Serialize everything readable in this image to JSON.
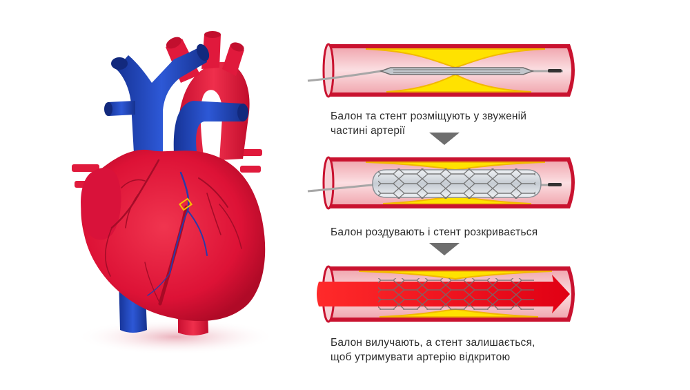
{
  "steps": [
    {
      "lines": [
        "Балон та стент розміщують у звуженій",
        "частині артерії"
      ]
    },
    {
      "lines": [
        "Балон роздувають і стент розкривається"
      ]
    },
    {
      "lines": [
        "Балон вилучають, а стент залишається,",
        "щоб утримувати артерію відкритою"
      ]
    }
  ],
  "colors": {
    "artery_wall": "#c8102e",
    "artery_inner": "#f6c3c8",
    "plaque": "#ffe200",
    "plaque_outer": "#f4c400",
    "heart_red": "#e3173e",
    "vein_blue": "#1a3fb5",
    "stent_grey": "#8c8c8c",
    "balloon": "#d8dde2",
    "flow_arrow": "#e8101f",
    "step_arrow": "#6e6e6e"
  }
}
